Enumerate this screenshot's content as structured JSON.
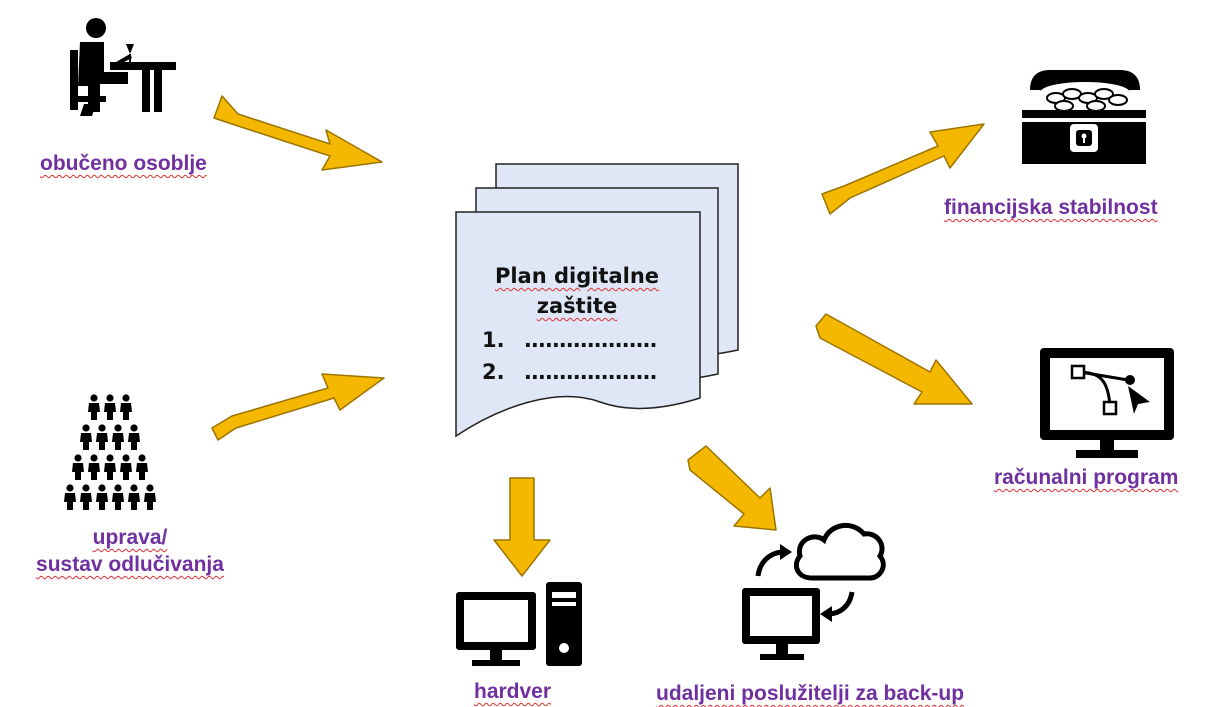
{
  "colors": {
    "label": "#7030a0",
    "arrow_fill": "#f5b800",
    "arrow_stroke": "#9c7400",
    "document_fill": "#dfe6f5",
    "document_stroke": "#222222",
    "icon": "#000000"
  },
  "document": {
    "title_line1": "Plan digitalne",
    "title_line2": "zaštite",
    "items": [
      {
        "num": "1.",
        "dots": "..................."
      },
      {
        "num": "2.",
        "dots": "..................."
      }
    ]
  },
  "nodes": {
    "trained_staff": {
      "label": "obučeno osoblje",
      "icon": "person-at-desk-icon"
    },
    "management": {
      "label_line1": "uprava/",
      "label_line2": "sustav odlučivanja",
      "icon": "people-pyramid-icon"
    },
    "financial": {
      "label": "financijska stabilnost",
      "icon": "treasure-chest-icon"
    },
    "software": {
      "label": "računalni program",
      "icon": "monitor-vector-icon"
    },
    "hardware": {
      "label": "hardver",
      "icon": "desktop-computer-icon"
    },
    "remote_backup": {
      "label": "udaljeni poslužitelji za back-up",
      "icon": "cloud-sync-icon"
    }
  }
}
